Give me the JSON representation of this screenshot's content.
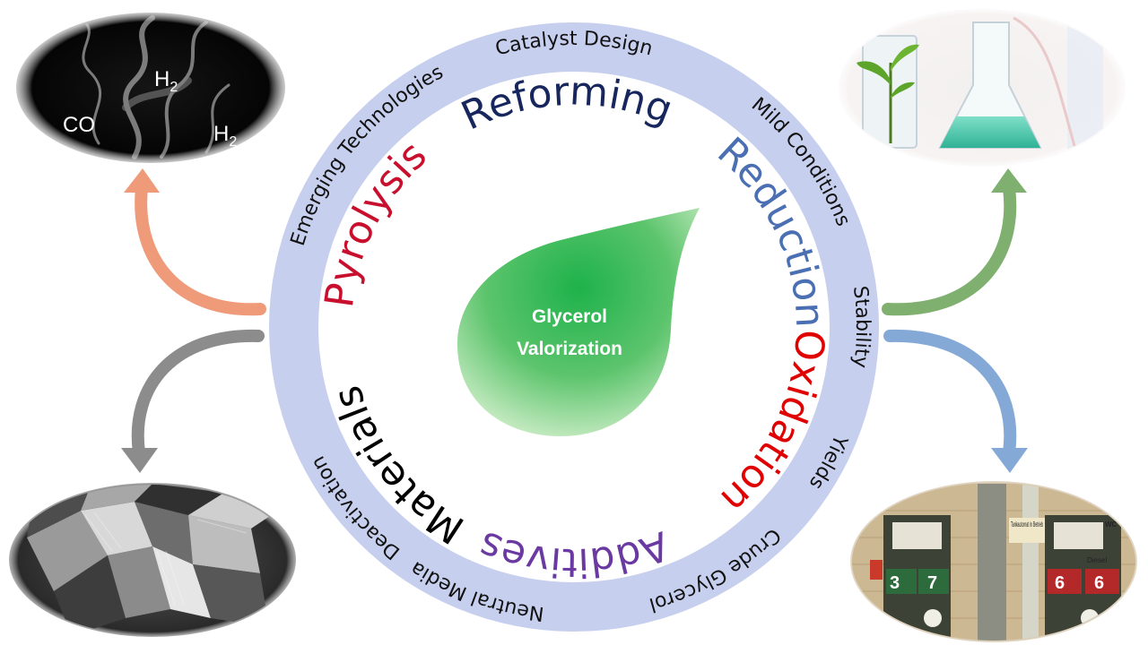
{
  "center": {
    "line1": "Glycerol",
    "line2": "Valorization"
  },
  "processes": {
    "pyrolysis": "Pyrolysis",
    "reforming": "Reforming",
    "reduction": "Reduction",
    "oxidation": "Oxidation",
    "additives": "Additives",
    "materials": "Materials"
  },
  "challenges": {
    "catalyst_design": "Catalyst Design",
    "mild_conditions": "Mild Conditions",
    "stability": "Stability",
    "yields": "Yields",
    "crude_glycerol": "Crude Glycerol",
    "neutral_media": "Neutral Media",
    "deactivation": "Deactivation",
    "emerging_technologies": "Emerging Technologies"
  },
  "smoke_photo": {
    "co": "CO",
    "h2_top_base": "H",
    "h2_top_sub": "2",
    "h2_right_base": "H",
    "h2_right_sub": "2"
  },
  "fuel_photo": {
    "pump_left_num": "3",
    "pump_left_num2": "7",
    "pump_right_num": "6",
    "pump_right_num2": "6",
    "wc_sign": "WC",
    "tank_sign": "Tankautomat in Betrieb",
    "diesel_sign": "Diesel"
  },
  "colors": {
    "ring": "#c7cfee",
    "pyrolysis": "#c8102e",
    "reforming": "#17275e",
    "reduction": "#4a6fb3",
    "oxidation": "#e00000",
    "additives": "#6a3aa2",
    "materials": "#000000",
    "leaf": "#3bb75a",
    "arrow_orange": "#ef9b7a",
    "arrow_green": "#7fb070",
    "arrow_gray": "#8c8c8c",
    "arrow_blue": "#85a9d6"
  }
}
